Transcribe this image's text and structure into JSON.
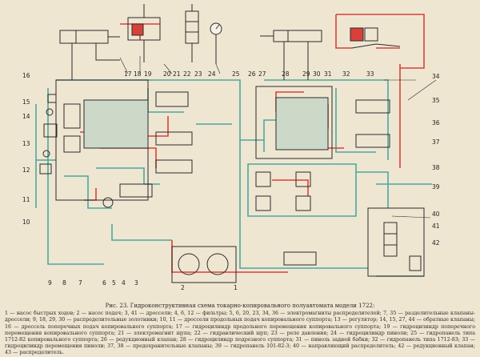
{
  "figure": {
    "caption_title": "Рис. 23. Гидроконструктивная схема токарно-копировального полуавтомата модели 1722:",
    "caption_text": "1 — насос быстрых ходов; 2 — насос подач; 3, 41 — дроссели; 4, 6, 12 — фильтры; 5, 6, 20, 23, 34, 36 — электромагниты распределителей; 7, 35 — разделительные клапаны-дроссели; 9, 18, 29, 30 — распределительные золотники; 10, 11 — дроссели продольных подач копировального суппорта; 13 — регулятор; 14, 15, 27, 44 — обратные клапаны; 16 — дроссель поперечных подач копировального суппорта; 17 — гидроцилиндр продольного перемещения копировального суппорта; 19 — гидроцилиндр поперечного перемещения копировального суппорта; 21 — электромагнит щупа; 22 — гидравлический щуп; 23 — реле давления; 24 — гидроцилиндр пиноли; 25 — гидропанель типа 1712-82 копировального суппорта; 26 — редукционный клапан; 28 — гидроцилиндр подрезного суппорта; 31 — пиноль задней бабки; 32 — гидропанель типа 1712-83; 33 — гидроцилиндр перемещения пиноли; 37, 38 — предохранительные клапаны; 39 — гидропанель 101-82-3; 40 — направляющий распределитель; 42 — редукционный клапан; 43 — распределитель."
  },
  "labels": {
    "top": [
      "17",
      "18",
      "19",
      "20",
      "21",
      "22",
      "23",
      "24",
      "25",
      "26",
      "27",
      "28",
      "29",
      "30",
      "31",
      "32",
      "33"
    ],
    "left": [
      "16",
      "15",
      "14",
      "13",
      "12",
      "11",
      "10"
    ],
    "bottom": [
      "9",
      "8",
      "7",
      "6",
      "5",
      "4",
      "3",
      "2",
      "1"
    ],
    "right": [
      "34",
      "35",
      "36",
      "37",
      "38",
      "39",
      "40",
      "41",
      "42"
    ]
  },
  "colors": {
    "paper": "#efe6d2",
    "pressure_line": "#d8413a",
    "drain_line": "#4aa79e",
    "outline": "#2b2b2b"
  }
}
